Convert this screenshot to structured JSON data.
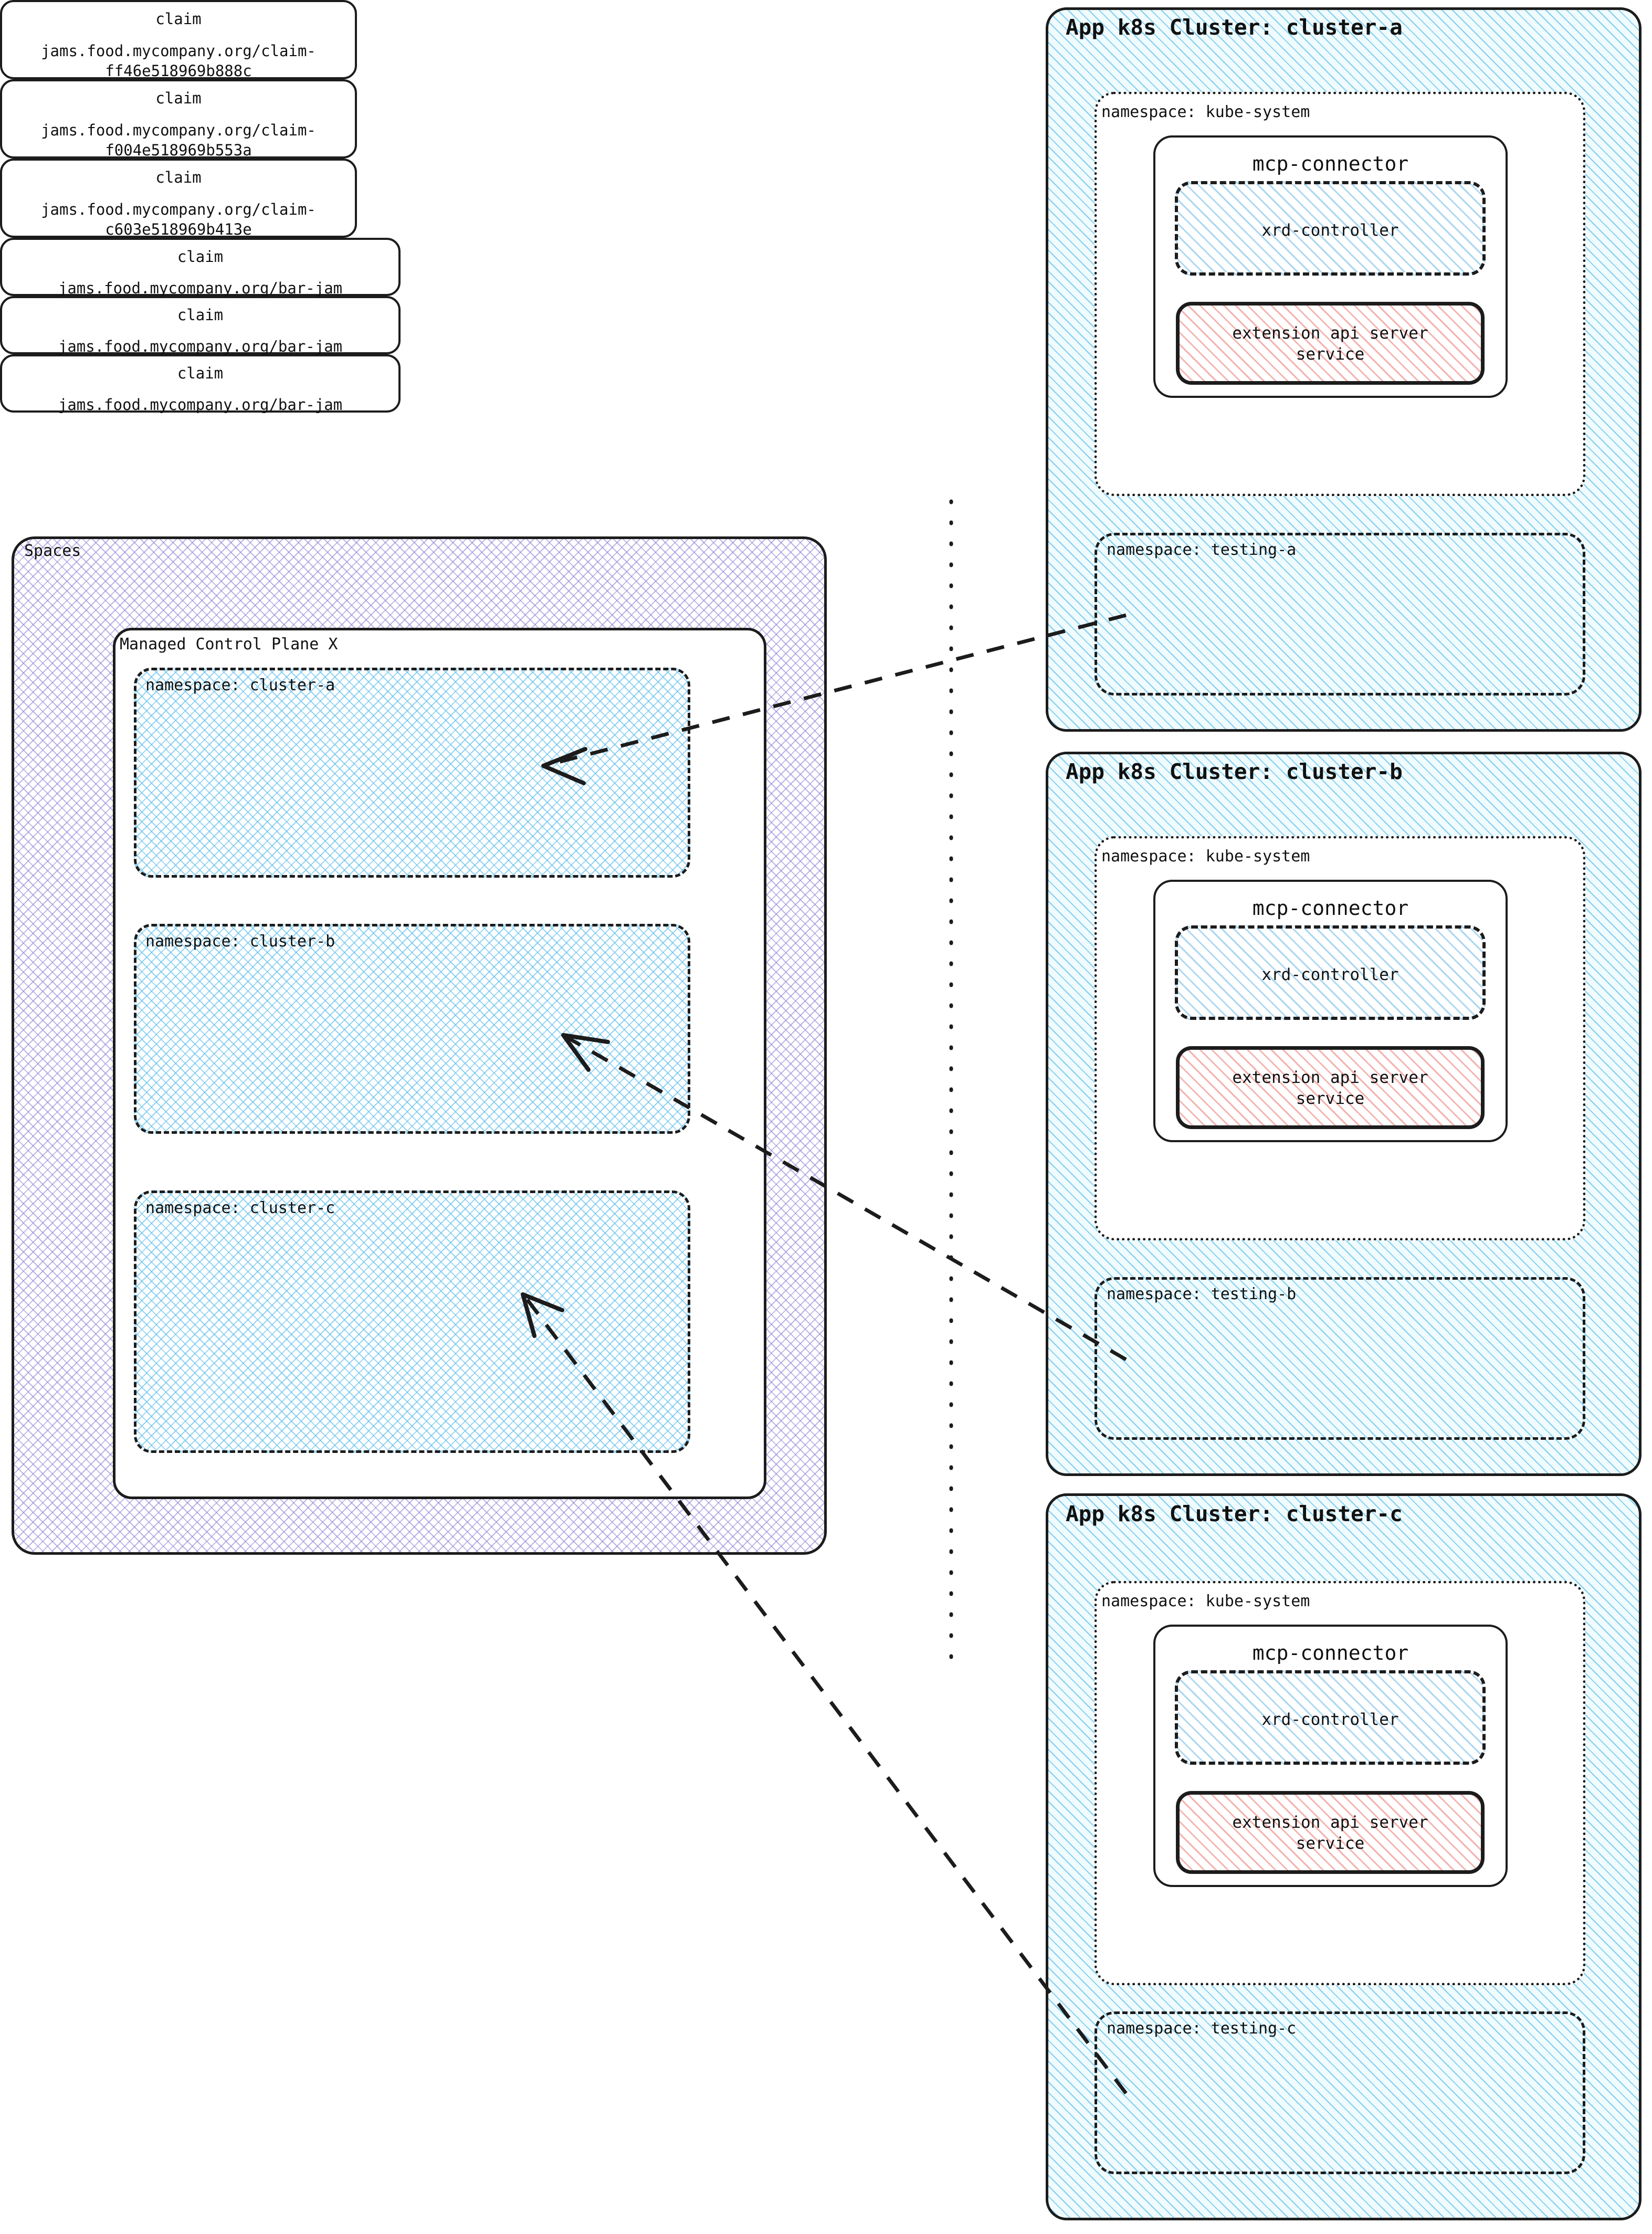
{
  "spaces": {
    "title": "Spaces",
    "control_plane": {
      "title": "Managed Control Plane X",
      "namespaces": [
        {
          "title": "namespace: cluster-a",
          "claim": {
            "kind": "claim",
            "ref": "jams.food.mycompany.org/claim-\nff46e518969b888c"
          }
        },
        {
          "title": "namespace: cluster-b",
          "claim": {
            "kind": "claim",
            "ref": "jams.food.mycompany.org/claim-\nf004e518969b553a"
          }
        },
        {
          "title": "namespace: cluster-c",
          "claim": {
            "kind": "claim",
            "ref": "jams.food.mycompany.org/claim-\nc603e518969b413e"
          }
        }
      ]
    }
  },
  "clusters": [
    {
      "title": "App k8s Cluster: cluster-a",
      "kube_system": {
        "title": "namespace: kube-system",
        "connector": {
          "title": "mcp-connector",
          "xrd_controller": "xrd-controller",
          "extension_api": "extension api server\nservice"
        }
      },
      "testing": {
        "title": "namespace: testing-a",
        "claim": {
          "kind": "claim",
          "ref": "jams.food.mycompany.org/bar-jam"
        }
      }
    },
    {
      "title": "App k8s Cluster: cluster-b",
      "kube_system": {
        "title": "namespace: kube-system",
        "connector": {
          "title": "mcp-connector",
          "xrd_controller": "xrd-controller",
          "extension_api": "extension api server\nservice"
        }
      },
      "testing": {
        "title": "namespace: testing-b",
        "claim": {
          "kind": "claim",
          "ref": "jams.food.mycompany.org/bar-jam"
        }
      }
    },
    {
      "title": "App k8s Cluster: cluster-c",
      "kube_system": {
        "title": "namespace: kube-system",
        "connector": {
          "title": "mcp-connector",
          "xrd_controller": "xrd-controller",
          "extension_api": "extension api server\nservice"
        }
      },
      "testing": {
        "title": "namespace: testing-c",
        "claim": {
          "kind": "claim",
          "ref": "jams.food.mycompany.org/bar-jam"
        }
      }
    }
  ],
  "colors": {
    "stroke": "#1c1c1c",
    "spaces_hatch": "#9686d6",
    "cluster_hatch": "#5cbeec",
    "namespace_hatch": "#5cbeec",
    "xrd_hatch": "#78bee8",
    "extension_hatch": "#f09691",
    "cluster_fill": "#f0fbfd",
    "white": "#ffffff"
  }
}
